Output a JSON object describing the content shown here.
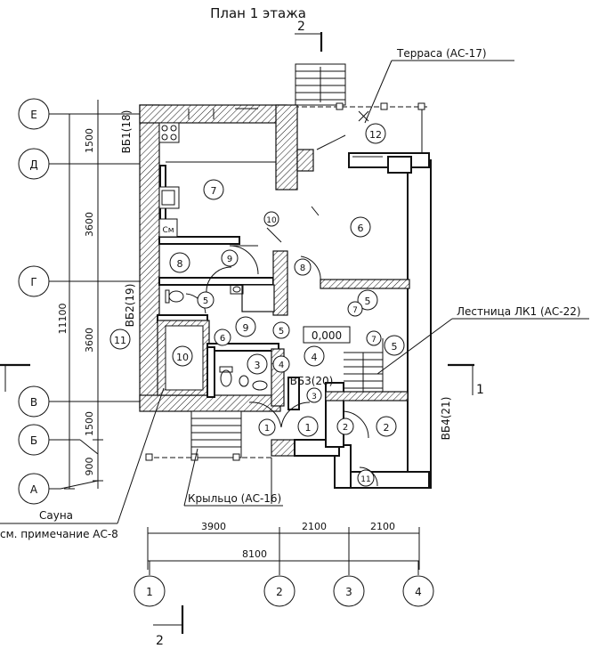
{
  "title": "План 1 этажа",
  "section_2": "2",
  "section_1": "1",
  "labels": {
    "terrace": "Терраса (АС-17)",
    "stairs": "Лестница ЛК1 (АС-22)",
    "porch": "Крыльцо (АС-16)",
    "sauna": "Сауна",
    "note": "см. примечание АС-8",
    "vb1": "ВБ1(18)",
    "vb2": "ВБ2(19)",
    "vb3": "ВБ3(20)",
    "vb4": "ВБ4(21)",
    "level": "0,000",
    "sm": "См"
  },
  "axes_left": [
    "Е",
    "Д",
    "Г",
    "В",
    "Б",
    "А"
  ],
  "axes_bottom": [
    "1",
    "2",
    "3",
    "4"
  ],
  "dims_vertical": [
    "1500",
    "3600",
    "11100",
    "3600",
    "1500",
    "900"
  ],
  "dims_horizontal": [
    "3900",
    "2100",
    "2100",
    "8100"
  ],
  "rooms": [
    "12",
    "7",
    "10",
    "6",
    "8",
    "9",
    "5",
    "8",
    "5",
    "7",
    "9",
    "6",
    "11",
    "10",
    "3",
    "4",
    "4",
    "5",
    "7",
    "5",
    "1",
    "1",
    "2",
    "2",
    "3",
    "11"
  ]
}
